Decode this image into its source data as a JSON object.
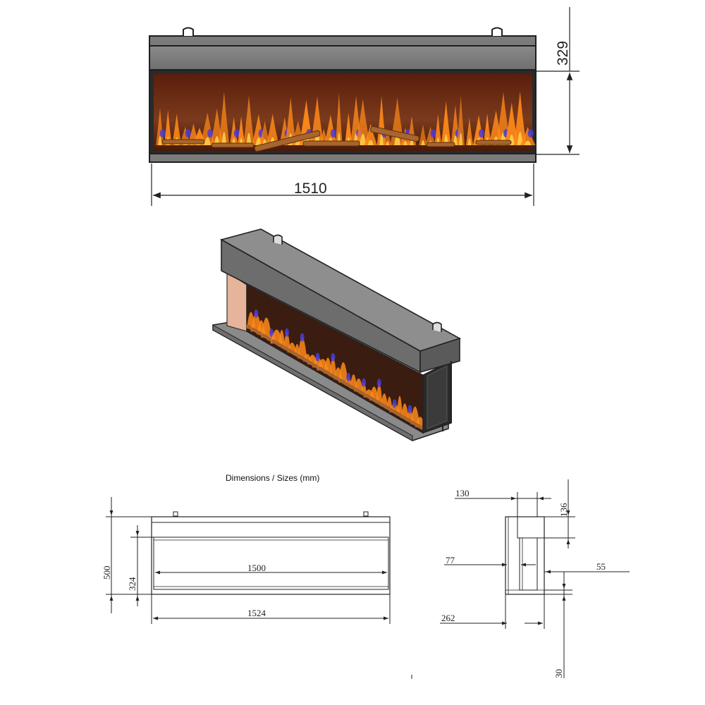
{
  "front_view": {
    "width_label": "1510",
    "height_label": "329"
  },
  "section_title": "Dimensions / Sizes (mm)",
  "front_drawing": {
    "overall_height": "500",
    "window_height": "324",
    "window_width": "1500",
    "overall_width": "1524"
  },
  "side_drawing": {
    "top_depth": "130",
    "top_height": "136",
    "inset": "77",
    "front_offset": "55",
    "overall_depth": "262",
    "base_height": "30"
  },
  "colors": {
    "frame": "#7a7a7a",
    "frame_dark": "#2b2b2b",
    "glass": "#7a2a12",
    "flame": "#ff8a1a",
    "flame_core": "#ffd24a",
    "blue_flame": "#4b3bd6",
    "log": "#a8652e"
  }
}
